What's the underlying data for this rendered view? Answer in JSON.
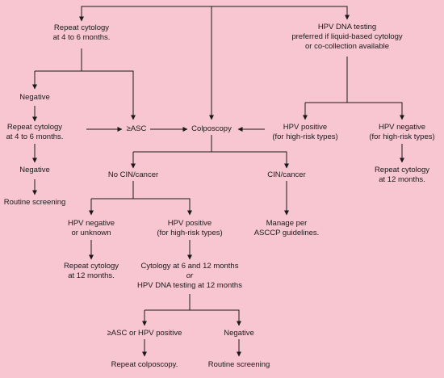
{
  "flowchart": {
    "repeat_cytology_top": [
      "Repeat cytology",
      "at 4 to 6 months."
    ],
    "hpv_dna_testing": [
      "HPV DNA testing",
      "preferred if liquid-based cytology",
      "or co-collection available"
    ],
    "negative_1": "Negative",
    "repeat_cytology_mid": [
      "Repeat cytology",
      "at 4 to 6 months."
    ],
    "asc": "≥ASC",
    "colposcopy": "Colposcopy",
    "hpv_positive_right": [
      "HPV positive",
      "(for high-risk types)"
    ],
    "hpv_negative_right": [
      "HPV negative",
      "(for high-risk types)"
    ],
    "negative_2": "Negative",
    "no_cin": "No CIN/cancer",
    "cin_cancer": "CIN/cancer",
    "repeat_12_right": [
      "Repeat cytology",
      "at 12 months."
    ],
    "routine_screening_left": "Routine screening",
    "hpv_neg_unknown": [
      "HPV negative",
      "or unknown"
    ],
    "hpv_pos_center": [
      "HPV positive",
      "(for high-risk types)"
    ],
    "manage_ascc": [
      "Manage per",
      "ASCCP guidelines."
    ],
    "repeat_12_left": [
      "Repeat cytology",
      "at 12 months."
    ],
    "cytology_6_12": [
      "Cytology at 6 and 12 months",
      "or",
      "HPV DNA testing at 12 months"
    ],
    "asc_or_hpv": "≥ASC or HPV positive",
    "negative_3": "Negative",
    "repeat_colposcopy": "Repeat colposcopy.",
    "routine_screening_bottom": "Routine screening"
  }
}
